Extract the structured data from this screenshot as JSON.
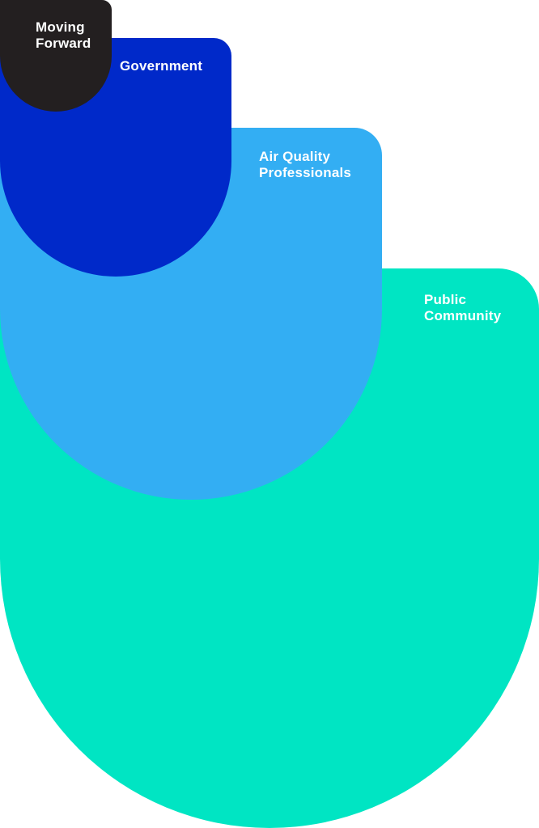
{
  "diagram": {
    "layers": [
      {
        "id": "public",
        "lines": [
          "Public",
          "Community"
        ],
        "color": "#00E5C3"
      },
      {
        "id": "air",
        "lines": [
          "Air Quality",
          "Professionals"
        ],
        "color": "#33AEF3"
      },
      {
        "id": "gov",
        "lines": [
          "Government"
        ],
        "color": "#0029C9"
      },
      {
        "id": "moving",
        "lines": [
          "Moving",
          "Forward"
        ],
        "color": "#231F20"
      }
    ]
  }
}
